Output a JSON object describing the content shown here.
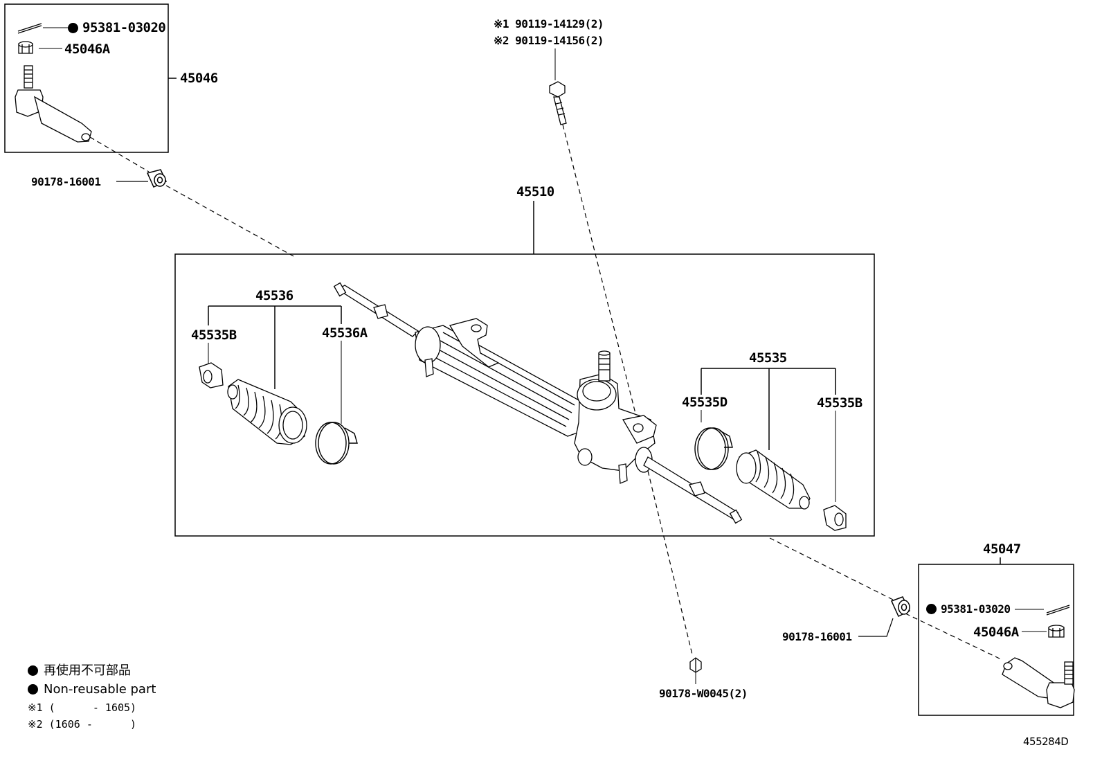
{
  "labels": {
    "pin_top": "95381-03020",
    "nut_top": "45046A",
    "tie_end_left": "45046",
    "washer_left": "90178-16001",
    "bolt_1": "※1 90119-14129(2)",
    "bolt_2": "※2 90119-14156(2)",
    "gear_assembly": "45510",
    "boot_kit_left": "45536",
    "clamp_left_small": "45535B",
    "clamp_left_large": "45536A",
    "boot_kit_right": "45535",
    "clamp_right_large": "45535D",
    "clamp_right_small": "45535B",
    "tie_end_right": "45047",
    "pin_bottom": "95381-03020",
    "nut_bottom": "45046A",
    "washer_right": "90178-16001",
    "nut_lower": "90178-W0045(2)",
    "figure_id": "455284D"
  },
  "legend": {
    "non_reusable_ja": "再使用不可部品",
    "non_reusable_en": "Non-reusable part",
    "note_1": "※1 (      - 1605)",
    "note_2": "※2 (1606 -      )"
  }
}
